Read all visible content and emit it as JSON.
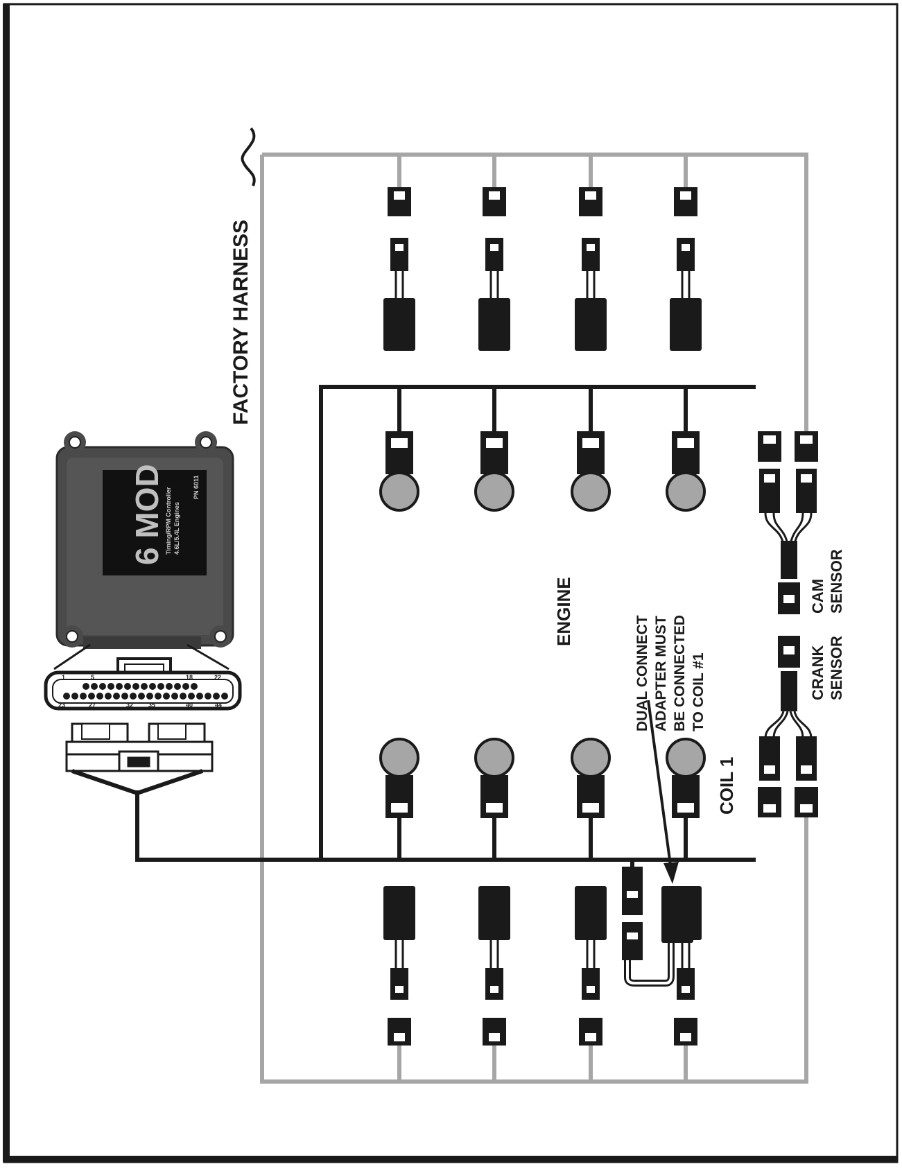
{
  "labels": {
    "factory_harness": "FACTORY HARNESS",
    "engine": "ENGINE",
    "cam_sensor_line1": "CAM",
    "cam_sensor_line2": "SENSOR",
    "crank_sensor_line1": "CRANK",
    "crank_sensor_line2": "SENSOR",
    "coil_1": "COIL 1",
    "note_line1": "DUAL CONNECT",
    "note_line2": "ADAPTER MUST",
    "note_line3": "BE CONNECTED",
    "note_line4": "TO COIL #1"
  },
  "module": {
    "brand": "6 MOD",
    "description_line1": "Timing/RPM Controller",
    "description_line2": "4.6L/5.4L Engines",
    "part_number": "PN 6011"
  },
  "pinout": {
    "top_numbers": [
      "1",
      "5",
      "18",
      "22"
    ],
    "bottom_numbers": [
      "23",
      "27",
      "32",
      "35",
      "40",
      "44"
    ]
  },
  "colors": {
    "factory_wire": "#a6a6a6",
    "msd_wire": "#1a1a1a",
    "coil": "#a6a6a6",
    "module_body": "#4a4a4a"
  },
  "icons": [
    "ignition-coil-icon",
    "connector-icon",
    "spark-plug-boot-icon",
    "ignition-module-icon"
  ]
}
